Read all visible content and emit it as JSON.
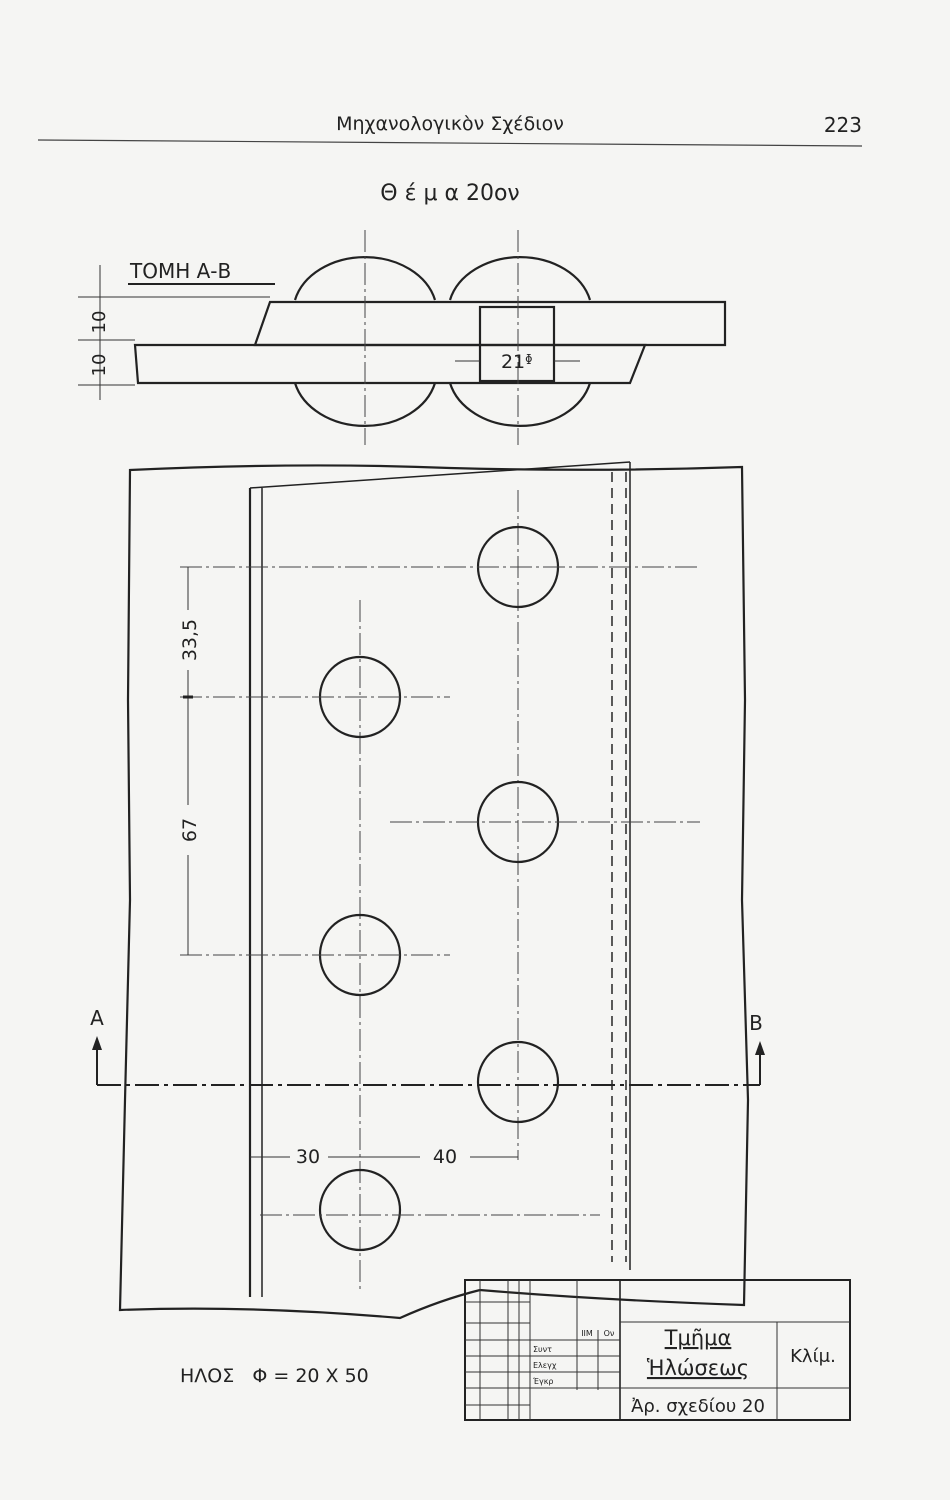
{
  "header": {
    "title": "Μηχανολογικὸν Σχέδιον",
    "page_number": "223"
  },
  "subject_title": "Θ έ μ α 20ον",
  "section": {
    "label": "ΤΟΜΗ Α-Β",
    "thickness_top": "10",
    "thickness_bottom": "10",
    "hole_diameter": "21ᶲ"
  },
  "plan": {
    "dim_pitch_half": "33,5",
    "dim_pitch": "67",
    "dim_edge": "30",
    "dim_row_spacing": "40",
    "section_mark_a": "A",
    "section_mark_b": "B"
  },
  "rivet_spec": "ΗΛΟΣ   Φ = 20 Χ 50",
  "title_block": {
    "rev_col_1": "ΙΙΜ",
    "rev_col_2": "Ον",
    "row_drawn": "Συντ",
    "row_checked": "Ελεγχ",
    "row_approved": "Έγκρ",
    "title_line1": "Τμῆμα",
    "title_line2": "Ἡλώσεως",
    "scale_label": "Κλίμ.",
    "drawing_number": "Ἀρ. σχεδίου 20"
  }
}
